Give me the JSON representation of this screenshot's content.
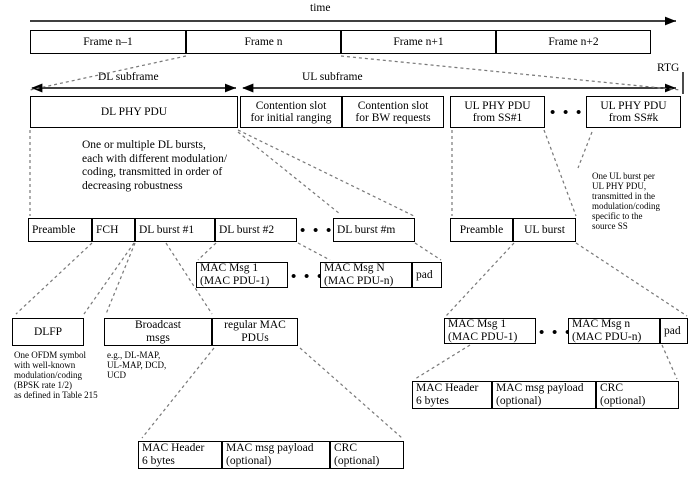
{
  "diagram": {
    "title": "time",
    "rtg_label": "RTG",
    "frames": {
      "items": [
        {
          "label": "Frame n–1"
        },
        {
          "label": "Frame n"
        },
        {
          "label": "Frame n+1"
        },
        {
          "label": "Frame n+2"
        }
      ]
    },
    "subframes": {
      "dl_label": "DL subframe",
      "ul_label": "UL subframe"
    },
    "phy_row": {
      "dl_phy_pdu": "DL PHY PDU",
      "contention_ranging": "Contention slot\nfor initial ranging",
      "contention_bw": "Contention slot\nfor BW requests",
      "ul_phy_pdu_1": "UL PHY PDU\nfrom SS#1",
      "ul_phy_pdu_k": "UL PHY PDU\nfrom SS#k",
      "ellipsis": "• • •"
    },
    "annotations": {
      "dl_bursts_note": "One or multiple DL bursts,\neach with different modulation/\ncoding, transmitted in order of\ndecreasing robustness",
      "ul_burst_note": "One UL burst per\nUL PHY PDU,\ntransmitted in the\nmodulation/coding\nspecific to the\nsource SS",
      "dlfp_note": "One OFDM symbol\nwith well-known\nmodulation/coding\n(BPSK rate 1/2)\nas defined in Table 215",
      "broadcast_note": "e.g., DL-MAP,\nUL-MAP, DCD,\nUCD"
    },
    "dl_burst_row": {
      "preamble": "Preamble",
      "fch": "FCH",
      "burst1": "DL burst #1",
      "burst2": "DL burst #2",
      "burst_m": "DL burst #m",
      "ellipsis": "• • •"
    },
    "ul_burst_row": {
      "preamble": "Preamble",
      "ul_burst": "UL burst"
    },
    "dl_mac_row": {
      "msg1": "MAC Msg 1\n(MAC PDU-1)",
      "msgN": "MAC Msg N\n(MAC PDU-n)",
      "pad": "pad",
      "ellipsis": "• • •"
    },
    "ul_mac_row": {
      "msg1": "MAC Msg 1\n(MAC PDU-1)",
      "msgn": "MAC Msg n\n(MAC PDU-n)",
      "pad": "pad",
      "ellipsis": "• • •"
    },
    "dlfp_row": {
      "dlfp": "DLFP",
      "broadcast": "Broadcast\nmsgs",
      "regular": "regular MAC\nPDUs"
    },
    "mac_pdu_structure_ul": {
      "header": "MAC Header\n6 bytes",
      "payload": "MAC msg payload\n(optional)",
      "crc": "CRC\n(optional)"
    },
    "mac_pdu_structure_dl": {
      "header": "MAC Header\n6 bytes",
      "payload": "MAC msg payload\n(optional)",
      "crc": "CRC\n(optional)"
    }
  }
}
